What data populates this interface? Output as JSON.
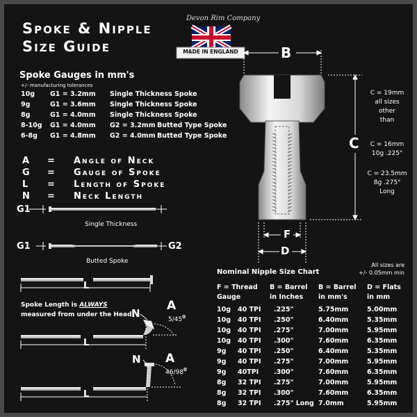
{
  "title": {
    "line1": "Spoke & Nipple",
    "line2": "Size Guide"
  },
  "logo": {
    "arc_text": "Devon Rim Company",
    "banner": "MADE IN ENGLAND"
  },
  "gauges": {
    "heading": "Spoke Gauges in mm's",
    "tolerance": "+/- manufacturing tolerances",
    "rows": [
      {
        "gauge": "10g",
        "g1": "G1 = 3.2mm",
        "g2": "",
        "type": "Single Thickness Spoke"
      },
      {
        "gauge": "9g",
        "g1": "G1 = 3.6mm",
        "g2": "",
        "type": "Single Thickness Spoke"
      },
      {
        "gauge": "8g",
        "g1": "G1 = 4.0mm",
        "g2": "",
        "type": "Single Thickness Spoke"
      },
      {
        "gauge": "8-10g",
        "g1": "G1 = 4.0mm",
        "g2": "G2 = 3.2mm",
        "type": "Butted Type Spoke"
      },
      {
        "gauge": "6-8g",
        "g1": "G1 = 4.8mm",
        "g2": "G2 = 4.0mm",
        "type": "Butted Type Spoke"
      }
    ]
  },
  "legend": [
    {
      "key": "A",
      "eq": "=",
      "desc": "Angle of Neck"
    },
    {
      "key": "G",
      "eq": "=",
      "desc": "Gauge of Spoke"
    },
    {
      "key": "L",
      "eq": "=",
      "desc": "Length of Spoke"
    },
    {
      "key": "N",
      "eq": "=",
      "desc": "Neck Length"
    }
  ],
  "spokes": {
    "g1": "G1",
    "g2": "G2",
    "single_label": "Single Thickness",
    "butted_label": "Butted Spoke",
    "l_label": "L",
    "note_prefix": "Spoke Length is ",
    "note_emph": "ALWAYS",
    "note_line2": "measured from under the Head",
    "n_label": "N",
    "a_label": "A",
    "angle1": "5/45",
    "angle2": "46/98",
    "degree": "0"
  },
  "nipple": {
    "b_label": "B",
    "c_label": "C",
    "f_label": "F",
    "d_label": "D",
    "side_notes": [
      {
        "lines": [
          "C = 19mm",
          "all sizes",
          "other",
          "than"
        ]
      },
      {
        "lines": [
          "C = 16mm",
          "10g .225\""
        ]
      },
      {
        "lines": [
          "C = 23.5mm",
          "8g .275\"",
          "Long"
        ]
      }
    ]
  },
  "chart": {
    "title": "Nominal Nipple Size Chart",
    "note_line1": "All sizes are",
    "note_line2": "+/-  0.05mm min",
    "headers": [
      [
        "F = Thread",
        "Gauge"
      ],
      [
        "B = Barrel",
        "in Inches"
      ],
      [
        "B = Barrel",
        "in mm's"
      ],
      [
        "D = Flats",
        "in mm"
      ]
    ],
    "rows": [
      {
        "gauge": "10g",
        "tpi": "40 TPI",
        "inch": ".225\"",
        "mm": "5.75mm",
        "flats": "5.00mm"
      },
      {
        "gauge": "10g",
        "tpi": "40 TPI",
        "inch": ".250\"",
        "mm": "6.40mm",
        "flats": "5.35mm"
      },
      {
        "gauge": "10g",
        "tpi": "40 TPI",
        "inch": ".275\"",
        "mm": "7.00mm",
        "flats": "5.95mm"
      },
      {
        "gauge": "10g",
        "tpi": "40 TPI",
        "inch": ".300\"",
        "mm": "7.60mm",
        "flats": "6.35mm"
      },
      {
        "gauge": "9g",
        "tpi": "40 TPI",
        "inch": ".250\"",
        "mm": "6.40mm",
        "flats": "5.35mm"
      },
      {
        "gauge": "9g",
        "tpi": "40 TPI",
        "inch": ".275\"",
        "mm": "7.00mm",
        "flats": "5.95mm"
      },
      {
        "gauge": "9g",
        "tpi": "40TPI",
        "inch": ".300\"",
        "mm": "7.60mm",
        "flats": "6.35mm"
      },
      {
        "gauge": "8g",
        "tpi": "32 TPI",
        "inch": ".275\"",
        "mm": "7.00mm",
        "flats": "5.95mm"
      },
      {
        "gauge": "8g",
        "tpi": "32 TPI",
        "inch": ".300\"",
        "mm": "7.60mm",
        "flats": "6.35mm"
      },
      {
        "gauge": "8g",
        "tpi": "32 TPI",
        "inch": ".275\" Long",
        "mm": "7.0mm",
        "flats": "5.95mm"
      }
    ]
  },
  "colors": {
    "background": "#141414",
    "border": "#4a4a4a",
    "text": "#ffffff",
    "flag_red": "#c8102e",
    "flag_blue": "#012169"
  }
}
